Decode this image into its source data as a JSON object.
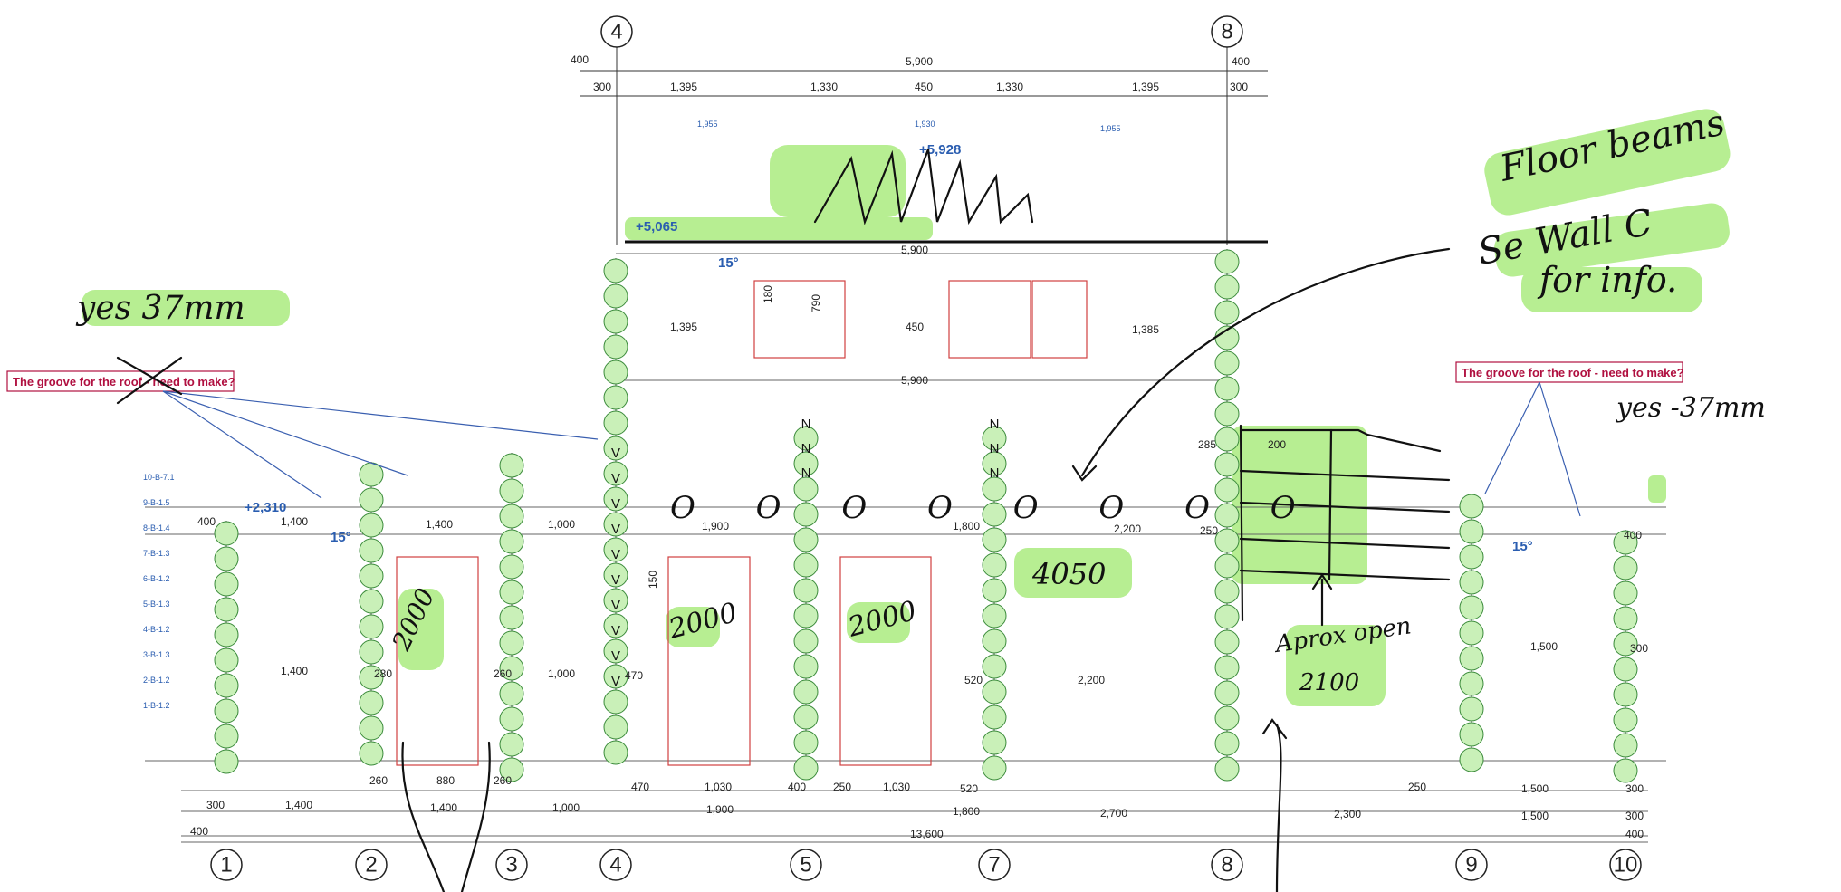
{
  "grid_axes": [
    "1",
    "2",
    "3",
    "4",
    "5",
    "7",
    "8",
    "9",
    "10"
  ],
  "top_axes": [
    "4",
    "8"
  ],
  "top_dims": {
    "overall_left": "400",
    "overall": "5,900",
    "overall_right": "400",
    "row2": [
      "300",
      "1,395",
      "1,330",
      "450",
      "1,330",
      "1,395",
      "300"
    ],
    "blue_row": [
      "1,955",
      "1,930",
      "1,955"
    ]
  },
  "bottom_dims": {
    "row1": [
      "260",
      "880",
      "260",
      "470",
      "1,030",
      "400",
      "250",
      "1,030",
      "520",
      "250",
      "1,500",
      "300"
    ],
    "row2": [
      "300",
      "1,400",
      "1,400",
      "1,000",
      "1,900",
      "1,800",
      "2,700",
      "2,300",
      "1,500",
      "300"
    ],
    "total": "13,600",
    "edge": "400"
  },
  "interior_dims": {
    "upper_5900": "5,900",
    "mid_5900": "5,900",
    "d1395": "1,395",
    "d450": "450",
    "d1385": "1,385",
    "d1400a": "1,400",
    "d1400b": "1,400",
    "d1000": "1,000",
    "d1900": "1,900",
    "d1800": "1,800",
    "d2200": "2,200",
    "d1400c": "1,400",
    "d1000b": "1,000",
    "d2200b": "2,200",
    "d1500": "1,500",
    "d300": "300",
    "d260": "260",
    "d470": "470",
    "d520": "520",
    "d280": "280",
    "d250": "250",
    "d285": "285",
    "d200": "200",
    "d400a": "400",
    "d400b": "400",
    "v180": "180",
    "v790": "790",
    "v150": "150"
  },
  "levels": {
    "ridge": "+5,928",
    "eave": "+5,065",
    "left": "+2,310"
  },
  "angles": [
    "15°",
    "15°",
    "15°"
  ],
  "callouts": {
    "left": "The groove for the roof - need to make?",
    "right": "The groove for the roof - need to make?"
  },
  "handwritten": {
    "yes_left": "yes 37mm",
    "yes_right": "yes -37mm",
    "floor_beams": [
      "Floor beams",
      "Se Wall C",
      "for info."
    ],
    "opening_left": "2000",
    "opening_mid": "2000",
    "opening_mid2": "2000",
    "height": "4050",
    "approx": [
      "Aprox open",
      "2100"
    ],
    "rings": "O O O O O O O O"
  },
  "log_letters": {
    "col5": [
      "N",
      "N",
      "N"
    ],
    "col7": [
      "N",
      "N",
      "N"
    ],
    "col4": [
      "V",
      "V",
      "V",
      "V",
      "V",
      "V",
      "V",
      "V",
      "V",
      "V"
    ]
  },
  "log_tags_left": [
    "10-B-7.1",
    "9-B-1.5",
    "8-B-1.4",
    "7-B-1.3",
    "6-B-1.2",
    "5-B-1.3",
    "4-B-1.2",
    "3-B-1.3",
    "2-B-1.2",
    "1-B-1.2"
  ],
  "colors": {
    "highlight": "#7de03a",
    "log_fill": "#c9f0b8",
    "blue_text": "#2a5db0",
    "callout": "#b01040",
    "ink": "#111111",
    "red_line": "#d04040"
  }
}
